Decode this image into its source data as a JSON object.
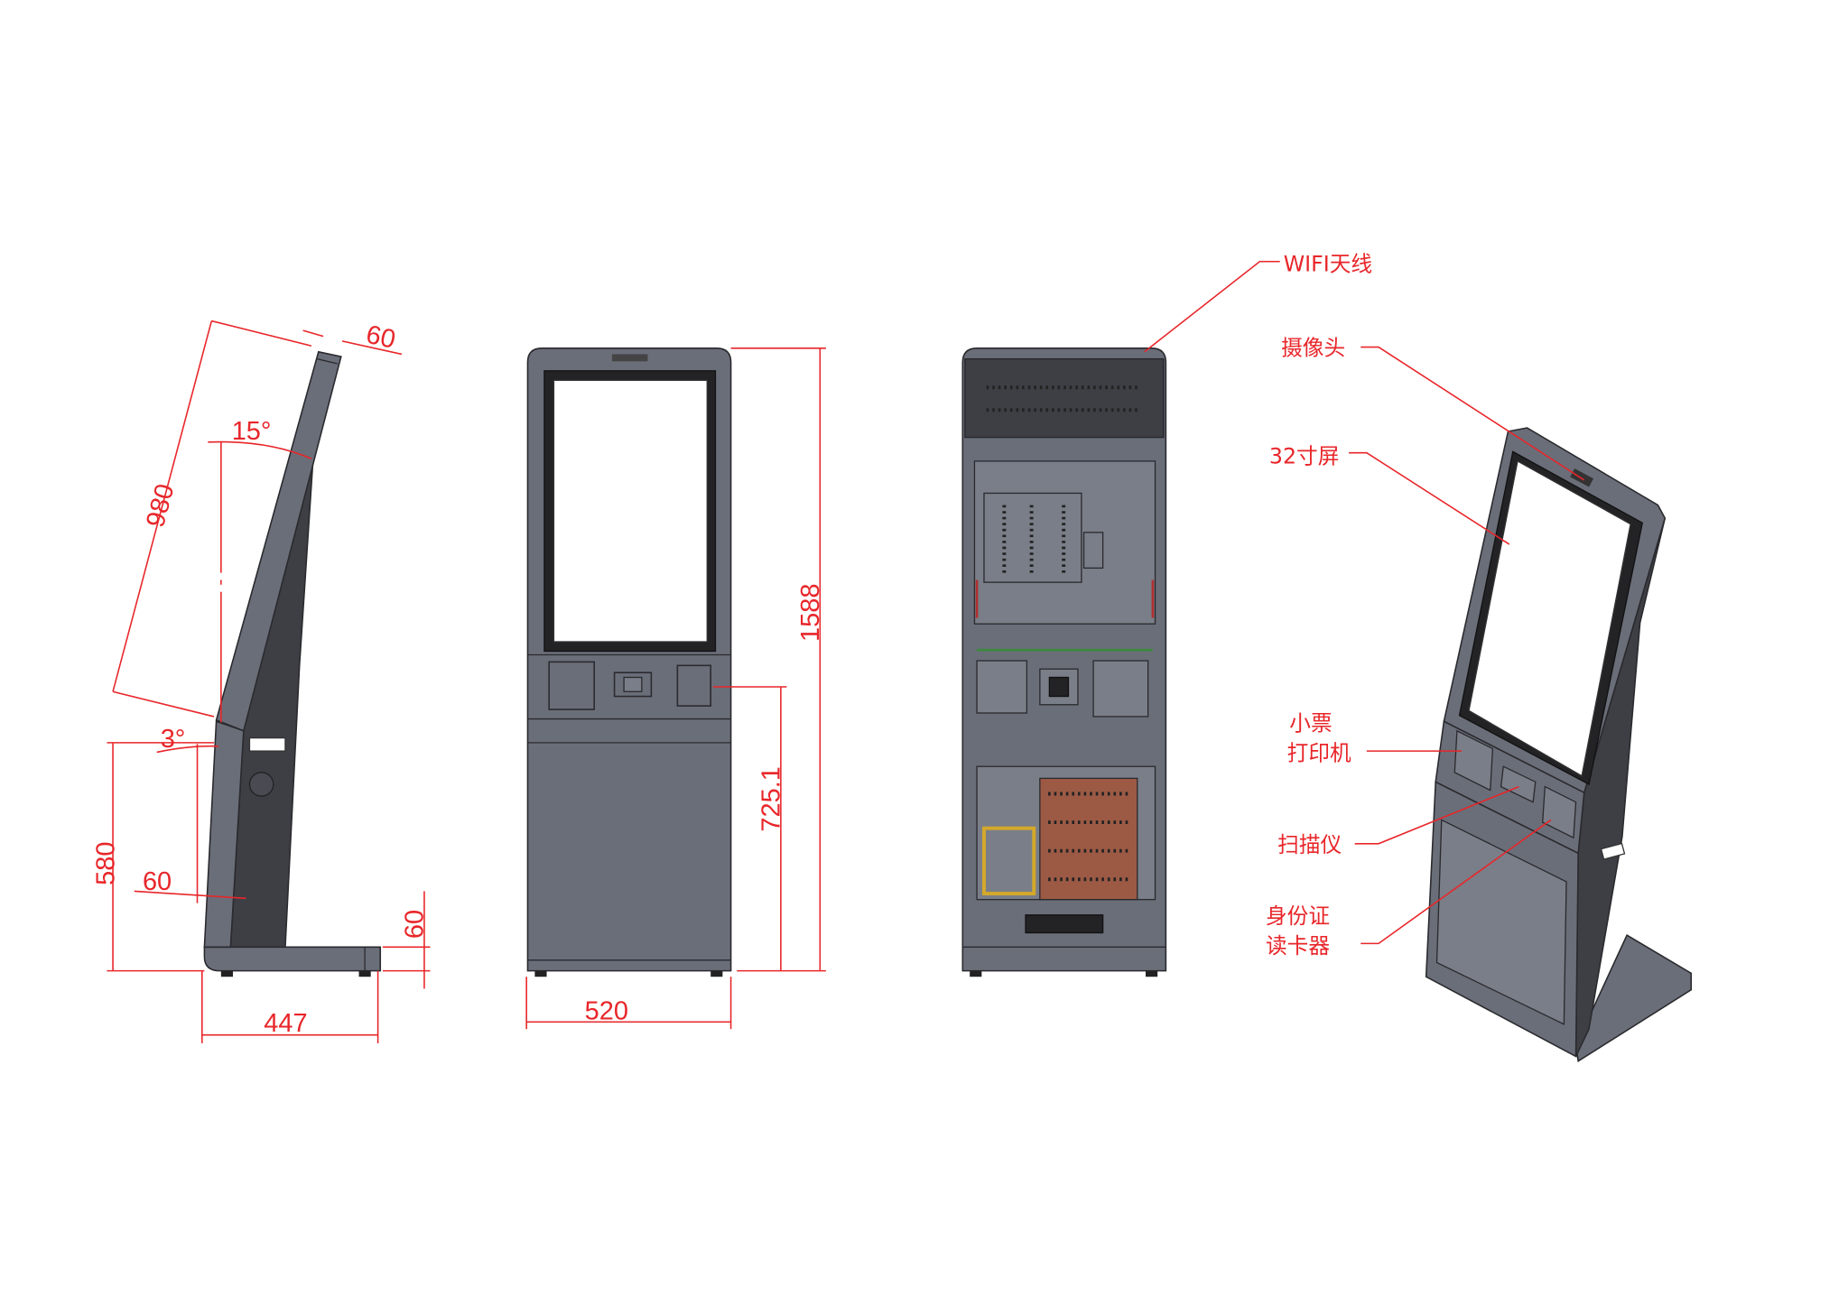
{
  "colors": {
    "body": "#6a6e79",
    "dark": "#3e3f45",
    "dimension": "#e8262a",
    "copper": "#9c5a45"
  },
  "dimensions": {
    "side_height_panel": "980",
    "side_top_depth": "60",
    "side_tilt_angle": "15°",
    "side_lower_angle": "3°",
    "side_lower_height": "580",
    "side_lower_depth": "60",
    "side_base_height": "60",
    "side_base_width": "447",
    "front_height": "1588",
    "front_card_height": "725.1",
    "front_width": "520"
  },
  "callouts": {
    "wifi": "WIFI天线",
    "camera": "摄像头",
    "screen": "32寸屏",
    "printer_line1": "小票",
    "printer_line2": "打印机",
    "scanner": "扫描仪",
    "idcard_line1": "身份证",
    "idcard_line2": "读卡器"
  }
}
